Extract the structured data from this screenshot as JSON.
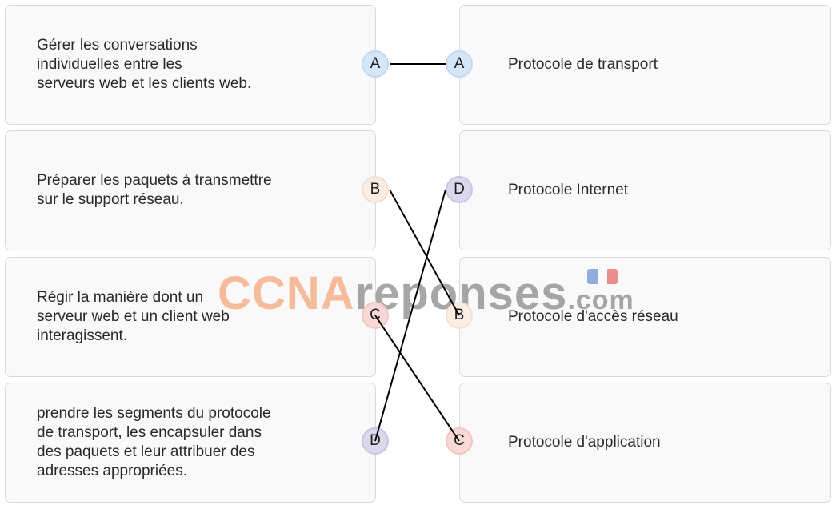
{
  "left_items": [
    {
      "letter": "A",
      "text": "Gérer les conversations\nindividuelles entre les\nserveurs web et les clients web."
    },
    {
      "letter": "B",
      "text": "Préparer les paquets à transmettre\nsur le support réseau."
    },
    {
      "letter": "C",
      "text": "Régir la manière dont un\nserveur web et un client web\ninteragissent."
    },
    {
      "letter": "D",
      "text": "prendre les segments du protocole\nde transport, les encapsuler dans\ndes paquets et leur attribuer des\nadresses appropriées."
    }
  ],
  "right_items": [
    {
      "letter": "A",
      "text": "Protocole de transport"
    },
    {
      "letter": "D",
      "text": "Protocole Internet"
    },
    {
      "letter": "B",
      "text": "Protocole d'accès réseau"
    },
    {
      "letter": "C",
      "text": "Protocole d'application"
    }
  ],
  "watermark": {
    "part1": "CCNA",
    "part2": "reponses",
    "part3": ".com"
  },
  "flag_colors": [
    "#4b7bd1",
    "#ffffff",
    "#e64545"
  ],
  "line_color": "#000000"
}
